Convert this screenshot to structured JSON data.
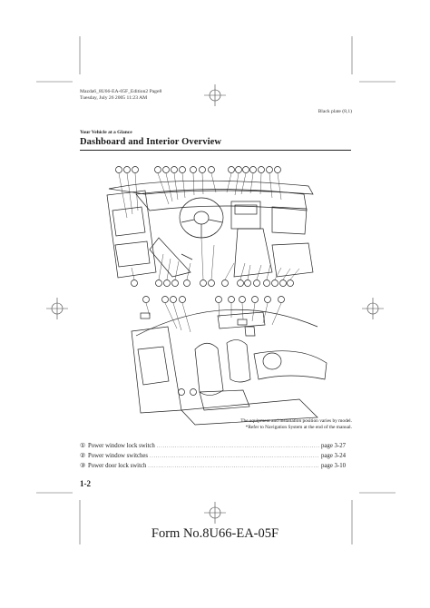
{
  "header": {
    "line1": "Mazda6_8U66-EA-05F_Edition2 Page8",
    "line2": "Tuesday, July 26 2005 11:23 AM",
    "plate": "Black plate (8,1)"
  },
  "section": {
    "small": "Your Vehicle at a Glance",
    "title": "Dashboard and Interior Overview"
  },
  "note": {
    "line1": "The equipment and installation position varies by model.",
    "line2": "*Refer to Navigation System at the end of the manual."
  },
  "items": [
    {
      "num": "①",
      "label": "Power window lock switch",
      "page": "page 3-27"
    },
    {
      "num": "②",
      "label": "Power window switches",
      "page": "page 3-24"
    },
    {
      "num": "③",
      "label": "Power door lock switch",
      "page": "page 3-10"
    }
  ],
  "page_number": "1-2",
  "footer": "Form No.8U66-EA-05F"
}
